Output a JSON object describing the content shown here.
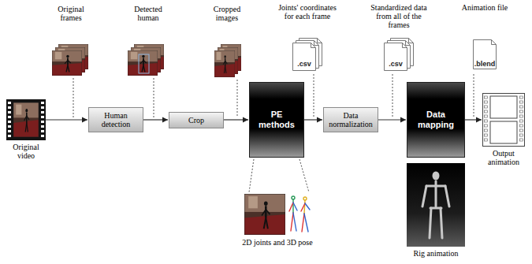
{
  "diagram": {
    "nodes": [
      {
        "text": [
          "Original video"
        ]
      },
      {
        "text": [
          "Human detection"
        ]
      },
      {
        "text": [
          "Crop"
        ]
      },
      {
        "text": [
          "PE methods"
        ]
      },
      {
        "text": [
          "Data normalization"
        ]
      },
      {
        "text": [
          "Data mapping"
        ]
      },
      {
        "text": [
          "Output animation"
        ]
      },
      {
        "text": [
          "Joints' coordinates for each frame",
          ".csv"
        ]
      },
      {
        "text": [
          "Standardized data from all of the frames",
          ".csv"
        ]
      },
      {
        "text": [
          "Animation file",
          ".blend"
        ]
      }
    ],
    "edges": [
      {
        "from": 0,
        "to": 1,
        "arrow": "to"
      },
      {
        "from": 1,
        "to": 2,
        "arrow": "to"
      },
      {
        "from": 2,
        "to": 3,
        "arrow": "to"
      },
      {
        "from": 3,
        "to": 4,
        "arrow": "to"
      },
      {
        "from": 4,
        "to": 5,
        "arrow": "to"
      },
      {
        "from": 5,
        "to": 6,
        "arrow": "to"
      }
    ],
    "labels": [
      "Original frames",
      "Detected human",
      "Cropped images",
      "2D joints and 3D pose",
      "Rig animation"
    ]
  }
}
